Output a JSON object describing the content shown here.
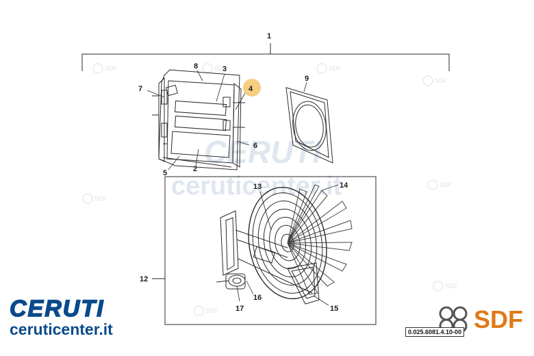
{
  "callouts": {
    "c1": "1",
    "c2": "2",
    "c3": "3",
    "c4": "4",
    "c5": "5",
    "c6": "6",
    "c7": "7",
    "c8": "8",
    "c9": "9",
    "c12": "12",
    "c13": "13",
    "c14": "14",
    "c15": "15",
    "c16": "16",
    "c17": "17"
  },
  "watermark": {
    "brand": "CERUTI",
    "site": "ceruticenter.it",
    "badge": "SDF"
  },
  "branding": {
    "ceruti_logo": "CERUTI",
    "ceruti_site": "ceruticenter.it",
    "sdf_logo": "SDF"
  },
  "drawing_ref": "0.025.6081.4.10-00",
  "colors": {
    "line": "#2a2a2a",
    "highlight": "#f2b84b",
    "ceruti_blue": "#0a4a8a",
    "sdf_orange": "#e07a18"
  }
}
